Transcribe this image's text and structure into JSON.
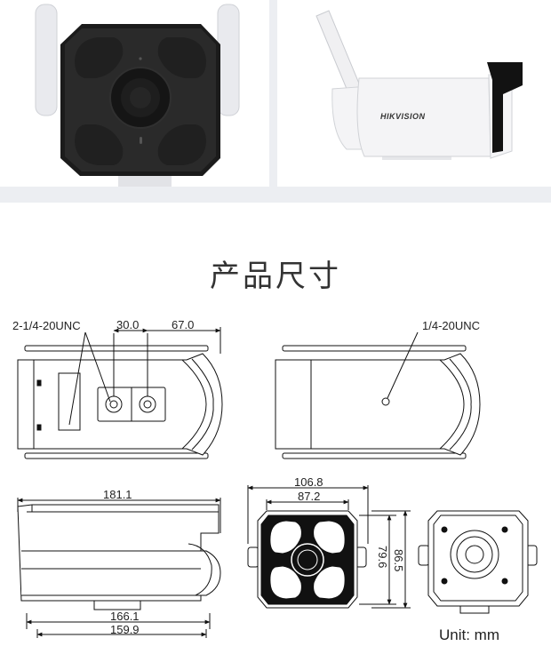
{
  "brand_logo": "HIKVISION",
  "section_title": "产品尺寸",
  "unit_label": "Unit: mm",
  "dimensions": {
    "mount_thread_label": "2-1/4-20UNC",
    "hole_spacing": "30.0",
    "hole_offset": "67.0",
    "top_thread_label": "1/4-20UNC",
    "body_length": "181.1",
    "base_length_a": "166.1",
    "base_length_b": "159.9",
    "front_width_outer": "106.8",
    "front_width_inner": "87.2",
    "front_height_inner": "79.6",
    "front_height_outer": "86.5"
  },
  "colors": {
    "camera_black": "#1b1b1b",
    "camera_white": "#f4f4f6",
    "background_band": "#eceef2",
    "line": "#111111"
  }
}
